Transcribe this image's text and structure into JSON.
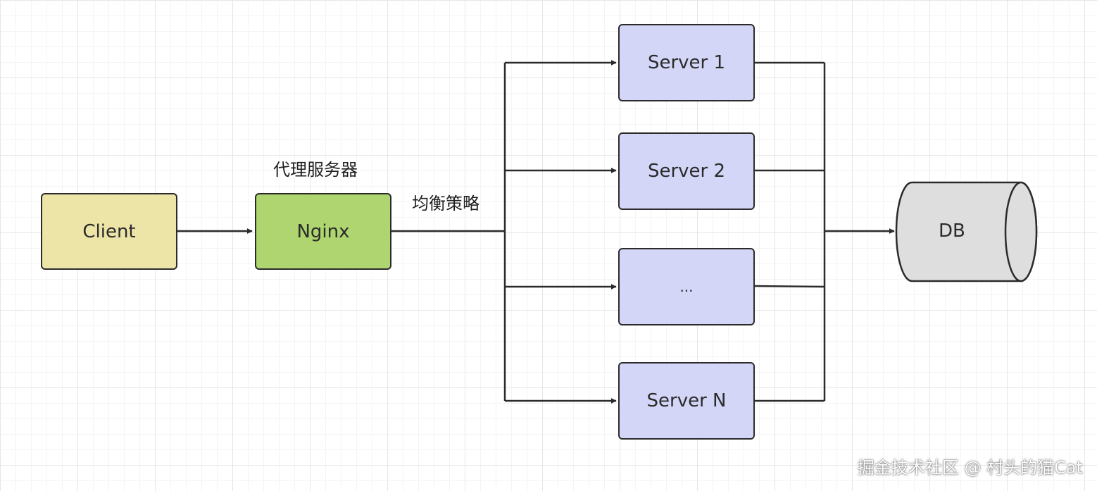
{
  "nodes": {
    "client": "Client",
    "nginx": "Nginx",
    "server1": "Server 1",
    "server2": "Server 2",
    "server_ellipsis": "...",
    "serverN": "Server N",
    "db": "DB"
  },
  "labels": {
    "proxy_server": "代理服务器",
    "balance_strategy": "均衡策略"
  },
  "watermark": "掘金技术社区 @ 村头的猫Cat",
  "colors": {
    "client_fill": "#ede4a8",
    "nginx_fill": "#aed56f",
    "server_fill": "#d3d6f7",
    "db_fill": "#dedede",
    "stroke": "#2b2b2b"
  }
}
